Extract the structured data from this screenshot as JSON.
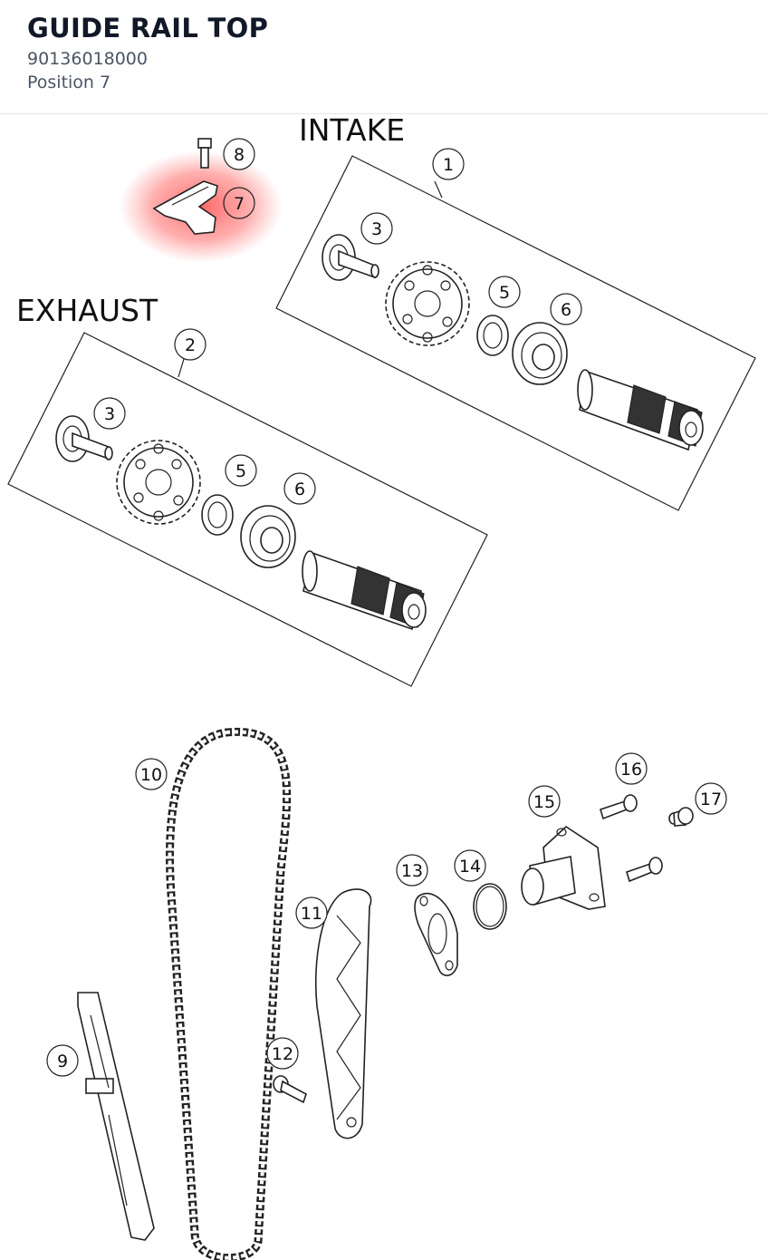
{
  "header": {
    "title": "GUIDE RAIL TOP",
    "part_number": "90136018000",
    "position_label": "Position 7"
  },
  "diagram": {
    "groups": [
      {
        "id": "intake",
        "label": "INTAKE"
      },
      {
        "id": "exhaust",
        "label": "EXHAUST"
      }
    ],
    "callouts": [
      "1",
      "2",
      "3",
      "3",
      "5",
      "5",
      "6",
      "6",
      "7",
      "8",
      "9",
      "10",
      "11",
      "12",
      "13",
      "14",
      "15",
      "16",
      "17"
    ],
    "highlighted_callout": "7",
    "highlight_color": "#ff4d4d"
  }
}
